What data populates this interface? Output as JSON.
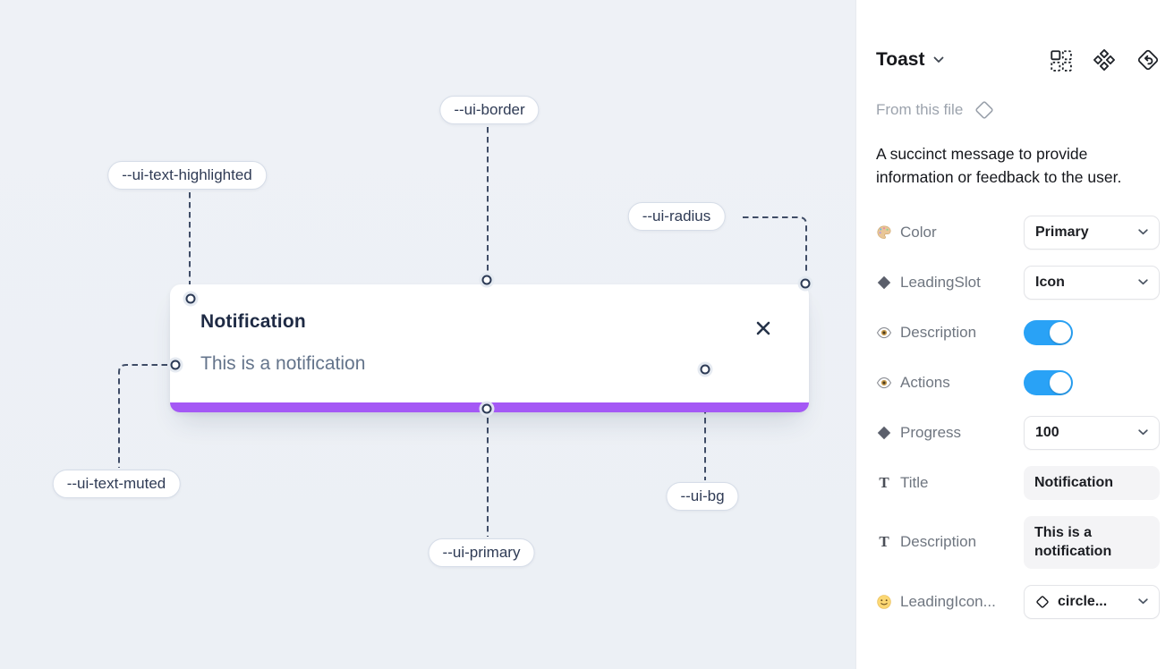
{
  "canvas": {
    "toast": {
      "title": "Notification",
      "description": "This is a notification",
      "close_icon": "x-icon",
      "progress_bar_color": "#a458f5"
    },
    "annotations": [
      {
        "label": "--ui-border"
      },
      {
        "label": "--ui-text-highlighted"
      },
      {
        "label": "--ui-radius"
      },
      {
        "label": "--ui-text-muted"
      },
      {
        "label": "--ui-primary"
      },
      {
        "label": "--ui-bg"
      }
    ],
    "colors": {
      "background": "#eef1f6",
      "connector": "#3f4c66"
    }
  },
  "panel": {
    "header": {
      "title": "Toast",
      "chevron_icon": "chevron-down-icon",
      "icons": [
        "square-dashed-grid-icon",
        "component-set-icon",
        "return-to-component-icon"
      ]
    },
    "source": {
      "text": "From this file",
      "icon": "diamond-outline-icon"
    },
    "description": "A succinct message to provide information or feedback to the user.",
    "properties": [
      {
        "icon": "palette-icon",
        "label": "Color",
        "control": "dropdown",
        "value": "Primary"
      },
      {
        "icon": "diamond-icon",
        "label": "LeadingSlot",
        "control": "dropdown",
        "value": "Icon"
      },
      {
        "icon": "eye-icon",
        "label": "Description",
        "control": "toggle",
        "state": "on"
      },
      {
        "icon": "eye-icon",
        "label": "Actions",
        "control": "toggle",
        "state": "on"
      },
      {
        "icon": "diamond-icon",
        "label": "Progress",
        "control": "dropdown",
        "value": "100"
      },
      {
        "icon": "text-icon",
        "label": "Title",
        "control": "textfield",
        "value": "Notification"
      },
      {
        "icon": "text-icon",
        "label": "Description",
        "control": "textfield",
        "value": "This is a notification"
      },
      {
        "icon": "smiley-icon",
        "label": "LeadingIcon...",
        "control": "dropdown",
        "value": "circle...",
        "value_icon": "diamond-outline-icon"
      }
    ],
    "colors": {
      "toggle_on": "#29a2f6"
    }
  }
}
